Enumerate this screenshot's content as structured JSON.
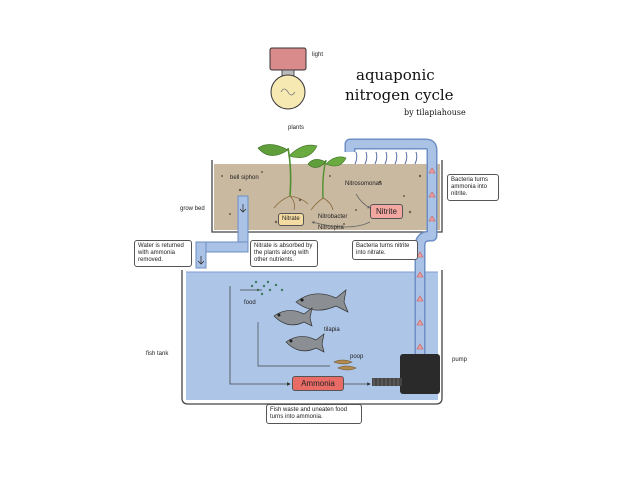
{
  "title": {
    "line1": "aquaponic",
    "line2": "nitrogen cycle",
    "byline": "by tilapiahouse"
  },
  "labels": {
    "light": "light",
    "plants": "plants",
    "bell_siphon": "bell siphon",
    "grow_bed": "grow bed",
    "fish_tank": "fish tank",
    "food": "food",
    "tilapia": "tilapia",
    "poop": "poop",
    "pump": "pump",
    "nitrosomonas": "Nitrosomonas",
    "nitrobacter": "Nitrobacter",
    "nitrospira": "Nitrospira",
    "nitrate": "Nitrate",
    "nitrite": "Nitrite",
    "ammonia": "Ammonia"
  },
  "notes": {
    "water_returned": "Water is returned with ammonia removed.",
    "nitrate_absorbed": "Nitrate is absorbed by the plants along with other nutrients.",
    "bacteria_nitrite_to_nitrate": "Bacteria turns nitrite into nitrate.",
    "bacteria_ammonia_to_nitrite": "Bacteria turns ammonia into nitrite.",
    "fish_waste": "Fish waste and uneaten food turns into ammonia."
  },
  "colors": {
    "water": "#a9c2e6",
    "water_dark": "#6d8fc4",
    "soil": "#c9b9a0",
    "plant": "#4f8f2f",
    "arrow_pink": "#e8a0a0",
    "ammonia_box": "#e86b66",
    "nitrate_box": "#f3dba2",
    "nitrite_box": "#f2a7a1",
    "pump": "#2a2a2a",
    "bulb_cap": "#d98a8a",
    "bulb_glass": "#f6eab2"
  }
}
